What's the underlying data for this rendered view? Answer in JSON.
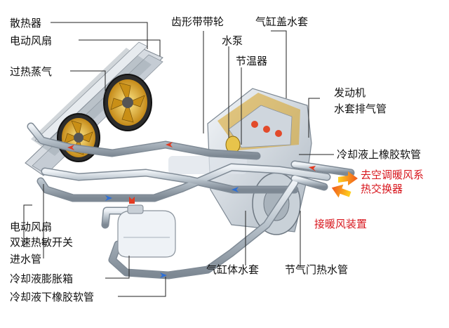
{
  "labels": {
    "radiator": "散热器",
    "fan": "电动风扇",
    "overheat_steam": "过热蒸气",
    "fan_switch_line1": "电动风扇",
    "fan_switch_line2": "双速热敏开关",
    "inlet_pipe": "进水管",
    "expansion_tank": "冷却液膨胀箱",
    "lower_hose": "冷却液下橡胶软管",
    "timing_pulley": "齿形带带轮",
    "water_pump": "水泵",
    "thermostat": "节温器",
    "head_jacket": "气缸盖水套",
    "engine_outlet_line1": "发动机",
    "engine_outlet_line2": "水套排气管",
    "upper_hose": "冷却液上橡胶软管",
    "heater_core_line1": "去空调暖风系",
    "heater_core_line2": "热交换器",
    "heater_connection": "接暖风装置",
    "block_jacket": "气缸体水套",
    "throttle_hot_pipe": "节气门热水管"
  },
  "colors": {
    "label_text": "#111111",
    "highlight_text": "#d8171e",
    "pipe": "#b9c2cc",
    "flow_arrow": "#f08a1c"
  }
}
